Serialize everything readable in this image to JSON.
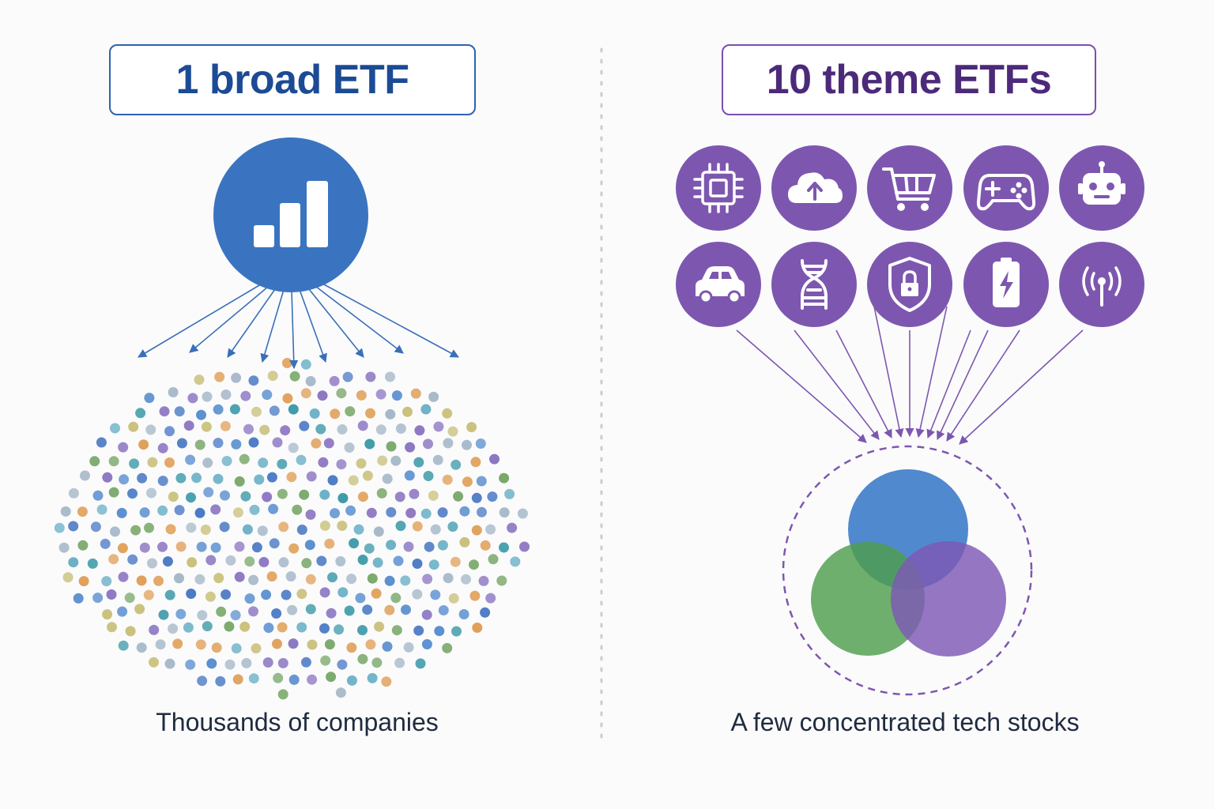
{
  "left": {
    "title": "1 broad ETF",
    "caption": "Thousands of companies",
    "hub_icon": "bar-chart-icon",
    "color_primary": "#3a74c1",
    "dot_colors": [
      "#4a79c4",
      "#5a8fcf",
      "#3d9aa8",
      "#6bb0c6",
      "#7aa86a",
      "#e0a05a",
      "#8d77c2",
      "#a7b9c9",
      "#c9c07a"
    ]
  },
  "right": {
    "title": "10 theme ETFs",
    "caption": "A few concentrated tech stocks",
    "color_primary": "#7d57af",
    "icons": [
      "chip-icon",
      "cloud-upload-icon",
      "shopping-cart-icon",
      "gamepad-icon",
      "robot-icon",
      "car-icon",
      "dna-icon",
      "shield-lock-icon",
      "battery-icon",
      "wireless-signal-icon"
    ],
    "venn_colors": [
      "#3e7cc9",
      "#4f9e4d",
      "#7e58b4"
    ]
  },
  "divider_color": "#c9ccd2"
}
